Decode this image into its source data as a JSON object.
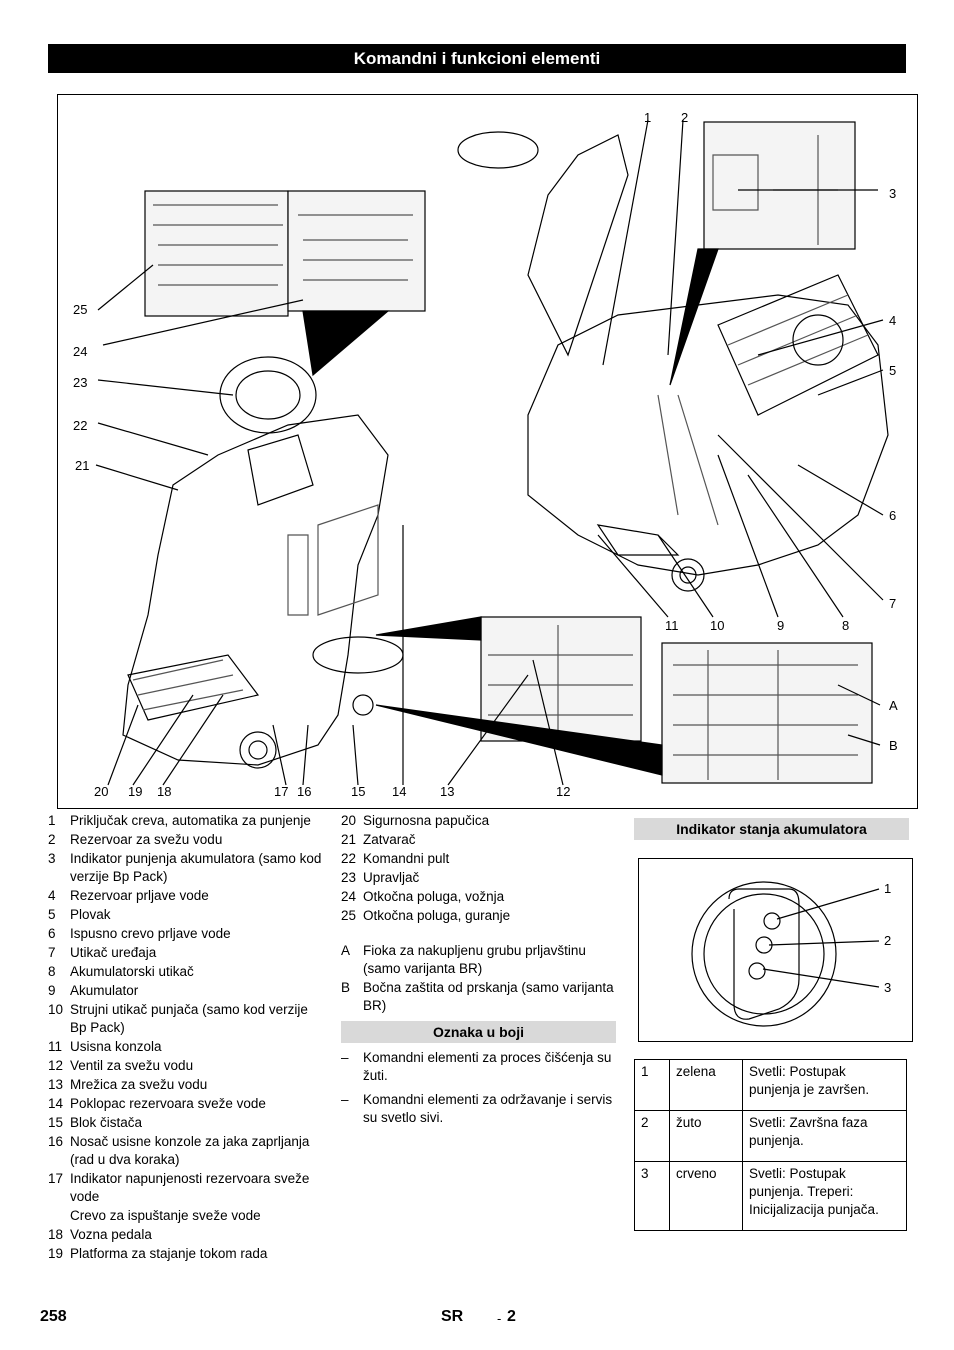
{
  "header": {
    "title": "Komandni i funkcioni elementi"
  },
  "figure": {
    "callouts_top": [
      "1",
      "2"
    ],
    "callouts_right": [
      "3",
      "4",
      "5",
      "6",
      "7"
    ],
    "callouts_mid_row": [
      "11",
      "10",
      "9",
      "8"
    ],
    "callouts_left": [
      "25",
      "24",
      "23",
      "22",
      "21"
    ],
    "callouts_bottom": [
      "20",
      "19",
      "18",
      "17",
      "16",
      "15",
      "14",
      "13",
      "12"
    ],
    "callouts_letters": [
      "A",
      "B"
    ]
  },
  "legend_col1": [
    {
      "num": "1",
      "text": "Priključak creva, automatika za punjenje"
    },
    {
      "num": "2",
      "text": "Rezervoar za svežu vodu"
    },
    {
      "num": "3",
      "text": "Indikator punjenja akumulatora (samo kod verzije Bp Pack)"
    },
    {
      "num": "4",
      "text": "Rezervoar prljave vode"
    },
    {
      "num": "5",
      "text": "Plovak"
    },
    {
      "num": "6",
      "text": "Ispusno crevo prljave vode"
    },
    {
      "num": "7",
      "text": "Utikač uređaja"
    },
    {
      "num": "8",
      "text": "Akumulatorski utikač"
    },
    {
      "num": "9",
      "text": "Akumulator"
    },
    {
      "num": "10",
      "text": "Strujni utikač punjača (samo kod verzije Bp Pack)"
    },
    {
      "num": "11",
      "text": "Usisna konzola"
    },
    {
      "num": "12",
      "text": "Ventil za svežu vodu"
    },
    {
      "num": "13",
      "text": "Mrežica za svežu vodu"
    },
    {
      "num": "14",
      "text": "Poklopac rezervoara sveže vode"
    },
    {
      "num": "15",
      "text": "Blok čistača"
    },
    {
      "num": "16",
      "text": "Nosač usisne konzole za jaka zaprljanja (rad u dva koraka)"
    },
    {
      "num": "17",
      "text": "Indikator napunjenosti rezervoara sveže vode"
    },
    {
      "num": "",
      "text": "Crevo za ispuštanje sveže vode"
    },
    {
      "num": "18",
      "text": "Vozna pedala"
    },
    {
      "num": "19",
      "text": "Platforma za stajanje tokom rada"
    }
  ],
  "legend_col2": [
    {
      "num": "20",
      "text": "Sigurnosna papučica"
    },
    {
      "num": "21",
      "text": "Zatvarač"
    },
    {
      "num": "22",
      "text": "Komandni pult"
    },
    {
      "num": "23",
      "text": "Upravljač"
    },
    {
      "num": "24",
      "text": "Otkočna poluga, vožnja"
    },
    {
      "num": "25",
      "text": "Otkočna poluga, guranje"
    }
  ],
  "legend_letters": [
    {
      "num": "A",
      "text": "Fioka za nakupljenu grubu prljavštinu (samo varijanta BR)"
    },
    {
      "num": "B",
      "text": "Bočna zaštita od prskanja (samo varijanta BR)"
    }
  ],
  "color_marking": {
    "heading": "Oznaka u boji",
    "items": [
      "Komandni elementi za proces čišćenja su žuti.",
      "Komandni elementi za održavanje i servis su svetlo sivi."
    ]
  },
  "battery_indicator": {
    "heading": "Indikator stanja akumulatora",
    "callouts": [
      "1",
      "2",
      "3"
    ],
    "rows": [
      {
        "num": "1",
        "color": "zelena",
        "desc": "Svetli: Postupak punjenja je završen."
      },
      {
        "num": "2",
        "color": "žuto",
        "desc": "Svetli: Završna faza punjenja."
      },
      {
        "num": "3",
        "color": "crveno",
        "desc": "Svetli: Postupak punjenja. Treperi: Inicijalizacija punjača."
      }
    ]
  },
  "footer": {
    "page": "258",
    "lang": "SR",
    "dash": "-",
    "sub": "2"
  }
}
